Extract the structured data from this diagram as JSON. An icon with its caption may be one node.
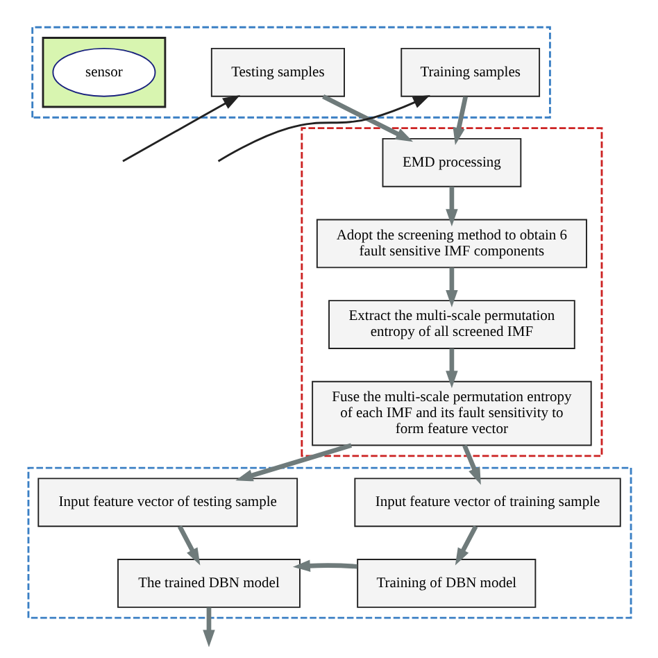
{
  "diagram": {
    "nodes": [
      {
        "text": [],
        "shape": "box"
      },
      {
        "text": [],
        "shape": "box",
        "in": 0
      },
      {
        "text": [
          "sensor"
        ],
        "in": 1
      },
      {
        "text": [
          "Testing samples"
        ],
        "in": 0
      },
      {
        "text": [
          "Training samples"
        ],
        "in": 0
      },
      {
        "text": [],
        "shape": "box"
      },
      {
        "text": [
          "EMD processing"
        ],
        "in": 5
      },
      {
        "text": [
          "Adopt the screening method to obtain 6 fault sensitive IMF components"
        ],
        "in": 5
      },
      {
        "text": [
          "Extract the multi-scale permutation entropy of all screened IMF"
        ],
        "in": 5
      },
      {
        "text": [
          "Fuse the multi-scale permutation entropy of each IMF and its fault sensitivity to form feature vector"
        ],
        "in": 5
      },
      {
        "text": [],
        "shape": "box"
      },
      {
        "text": [
          "Input feature vector of testing sample"
        ],
        "in": 10
      },
      {
        "text": [
          "Input feature vector of training sample"
        ],
        "in": 10
      },
      {
        "text": [
          "The trained DBN model"
        ],
        "in": 10
      },
      {
        "text": [
          "Training of DBN model"
        ],
        "in": 10
      }
    ],
    "edges": [
      {
        "from": null,
        "to": 3,
        "arrow": "to",
        "color": "#222222"
      },
      {
        "from": null,
        "to": 4,
        "arrow": "to",
        "color": "#222222"
      },
      {
        "from": 3,
        "to": 6,
        "arrow": "to"
      },
      {
        "from": 4,
        "to": 6,
        "arrow": "to"
      },
      {
        "from": 6,
        "to": 7,
        "arrow": "to"
      },
      {
        "from": 7,
        "to": 8,
        "arrow": "to"
      },
      {
        "from": 8,
        "to": 9,
        "arrow": "to"
      },
      {
        "from": 9,
        "to": 11,
        "arrow": "to"
      },
      {
        "from": 9,
        "to": 12,
        "arrow": "to"
      },
      {
        "from": 11,
        "to": 13,
        "arrow": "to"
      },
      {
        "from": 12,
        "to": 14,
        "arrow": "to"
      },
      {
        "from": 14,
        "to": 13,
        "arrow": "to"
      },
      {
        "from": 13,
        "to": null,
        "arrow": "to"
      }
    ]
  }
}
